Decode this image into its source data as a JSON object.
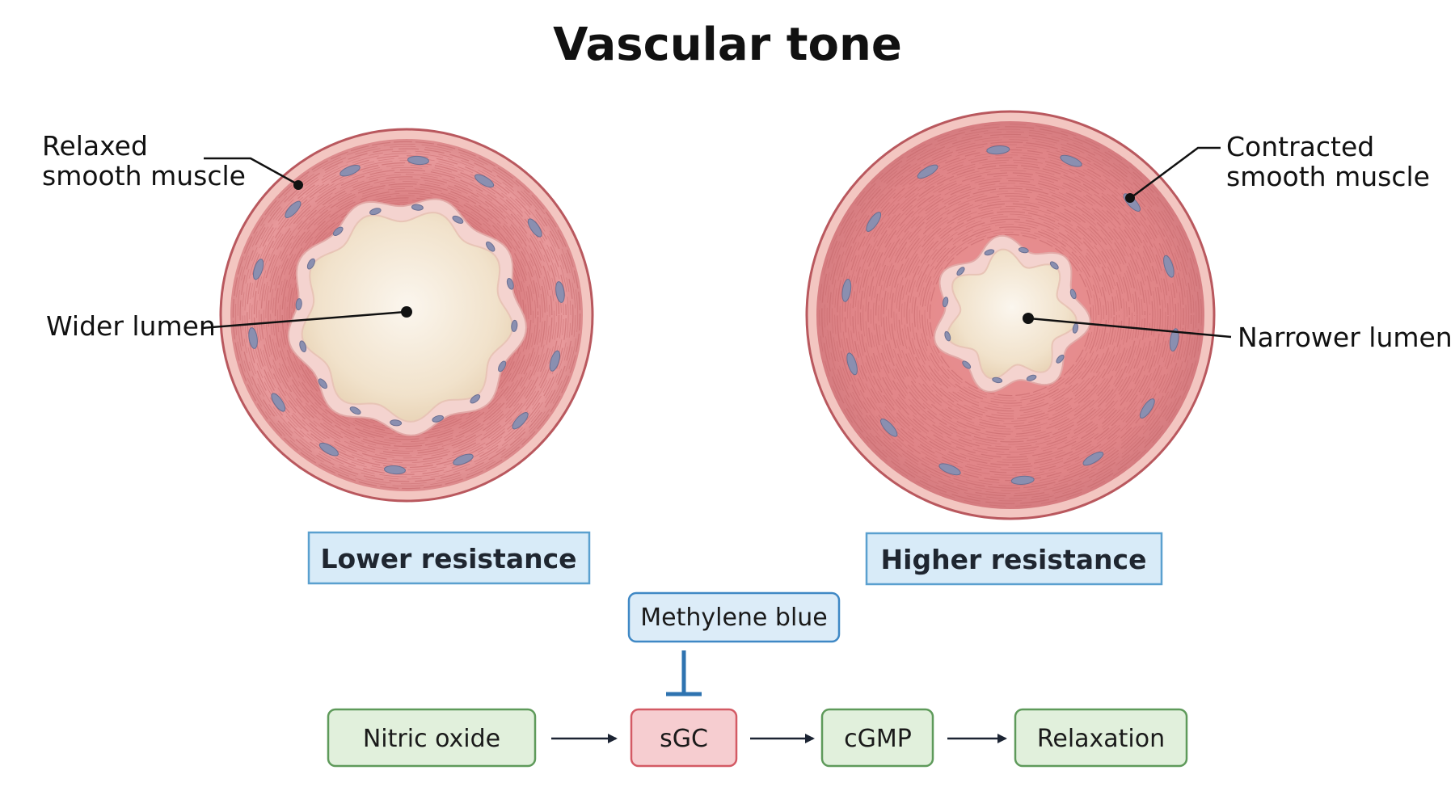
{
  "title": "Vascular tone",
  "relaxed_vessel": {
    "muscle_label_line1": "Relaxed",
    "muscle_label_line2": "smooth muscle",
    "lumen_label": "Wider lumen",
    "resistance_label": "Lower resistance"
  },
  "contracted_vessel": {
    "muscle_label_line1": "Contracted",
    "muscle_label_line2": "smooth muscle",
    "lumen_label": "Narrower lumen",
    "resistance_label": "Higher resistance"
  },
  "pathway": {
    "inhibitor": "Methylene blue",
    "steps": [
      "Nitric oxide",
      "sGC",
      "cGMP",
      "Relaxation"
    ]
  },
  "colors": {
    "muscle": "#e0888a",
    "muscle_dark": "#c4666a",
    "adventitia": "#f2c2bd",
    "lumen": "#f0e0c8",
    "nucleus": "#8a8fb0",
    "resistance_fill": "#d8ebf8",
    "resistance_stroke": "#5aa0cf",
    "green_fill": "#e1f0dc",
    "green_stroke": "#5e9a5a",
    "red_fill": "#f6cdd0",
    "red_stroke": "#d35a64",
    "blue_fill": "#dcecf8",
    "blue_stroke": "#3f88c5",
    "inhibit_bar": "#2e73b0"
  }
}
